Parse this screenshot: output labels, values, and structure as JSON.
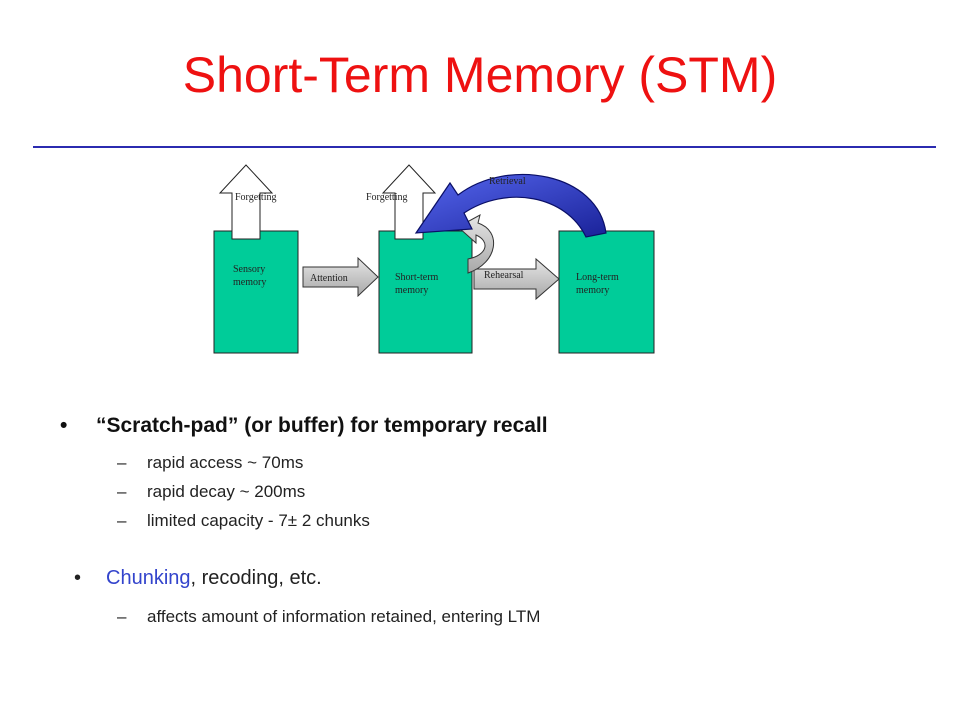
{
  "slide": {
    "title": "Short-Term Memory (STM)"
  },
  "diagram": {
    "boxes": {
      "sensory": [
        "Sensory",
        "memory"
      ],
      "short_term": [
        "Short-term",
        "memory"
      ],
      "long_term": [
        "Long-term",
        "memory"
      ]
    },
    "arrows": {
      "forgetting_1": "Forgetting",
      "forgetting_2": "Forgetting",
      "attention": "Attention",
      "rehearsal": "Rehearsal",
      "retrieval": "Retrieval"
    },
    "colors": {
      "box_fill": "#00cc99",
      "arrow_fill": "#c0c0c0",
      "retrieval_arrow": "#2233bb"
    }
  },
  "bullets": {
    "main": {
      "bullet": "•",
      "text": "“Scratch-pad” (or buffer) for temporary recall",
      "subs": [
        {
          "dash": "–",
          "text": "rapid access ~ 70ms"
        },
        {
          "dash": "–",
          "text": "rapid decay ~ 200ms"
        },
        {
          "dash": "–",
          "text": "limited capacity - 7± 2 chunks"
        }
      ]
    },
    "second": {
      "bullet": "•",
      "highlight": "Chunking",
      "rest": ", recoding, etc.",
      "subs": [
        {
          "dash": "–",
          "text": "affects amount of information retained, entering LTM"
        }
      ]
    }
  },
  "colors": {
    "title": "#ee1111",
    "rule": "#2b2bb0",
    "accent": "#3344cc"
  }
}
